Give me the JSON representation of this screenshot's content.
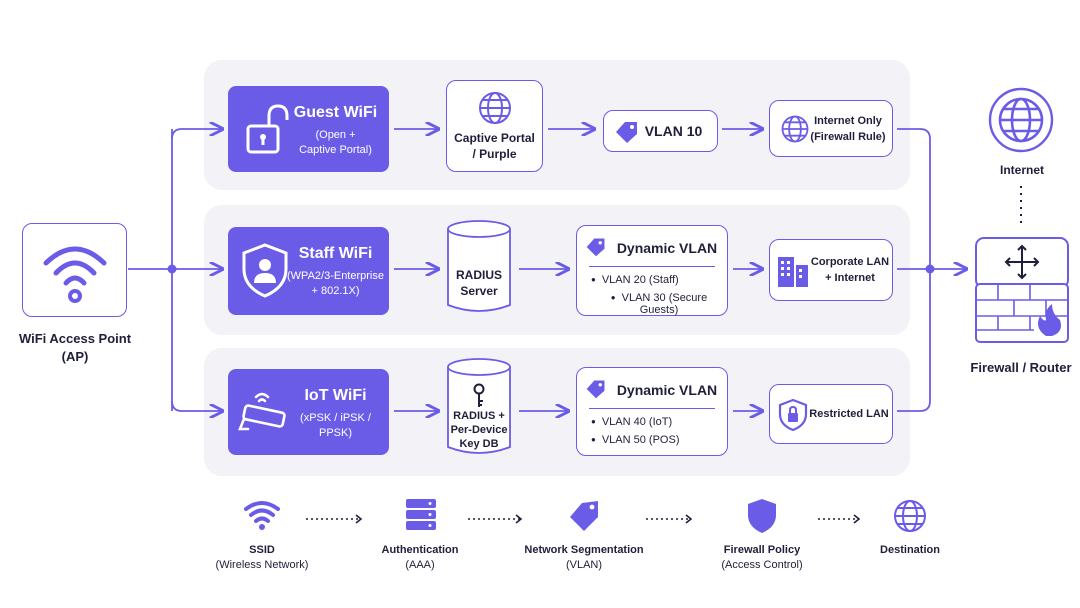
{
  "access_point": {
    "label": "WiFi Access Point\n(AP)"
  },
  "rows": [
    {
      "ssid_title": "Guest WiFi",
      "ssid_sub": "(Open +\nCaptive Portal)",
      "auth": "Captive Portal\n/ Purple",
      "vlan_title": "VLAN 10",
      "dest": "Internet Only\n(Firewall Rule)"
    },
    {
      "ssid_title": "Staff WiFi",
      "ssid_sub": "(WPA2/3-Enterprise\n+ 802.1X)",
      "auth": "RADIUS\nServer",
      "vlan_title": "Dynamic VLAN",
      "vlan_items": [
        "VLAN 20 (Staff)",
        "VLAN 30 (Secure Guests)"
      ],
      "dest": "Corporate LAN\n+ Internet"
    },
    {
      "ssid_title": "IoT WiFi",
      "ssid_sub": "(xPSK / iPSK /\nPPSK)",
      "auth": "RADIUS +\nPer-Device\nKey DB",
      "vlan_title": "Dynamic VLAN",
      "vlan_items": [
        "VLAN 40 (IoT)",
        "VLAN 50 (POS)"
      ],
      "dest": "Restricted LAN"
    }
  ],
  "internet": {
    "label": "Internet"
  },
  "firewall": {
    "label": "Firewall / Router"
  },
  "legend": [
    {
      "title": "SSID",
      "sub": "(Wireless Network)",
      "icon": "wifi-icon"
    },
    {
      "title": "Authentication",
      "sub": "(AAA)",
      "icon": "server-icon"
    },
    {
      "title": "Network Segmentation",
      "sub": "(VLAN)",
      "icon": "tag-icon"
    },
    {
      "title": "Firewall Policy",
      "sub": "(Access Control)",
      "icon": "shield-icon"
    },
    {
      "title": "Destination",
      "sub": "",
      "icon": "globe-icon"
    }
  ],
  "colors": {
    "accent": "#6b5ce7",
    "row_bg": "#f3f2f7",
    "text": "#1f1f3a"
  }
}
